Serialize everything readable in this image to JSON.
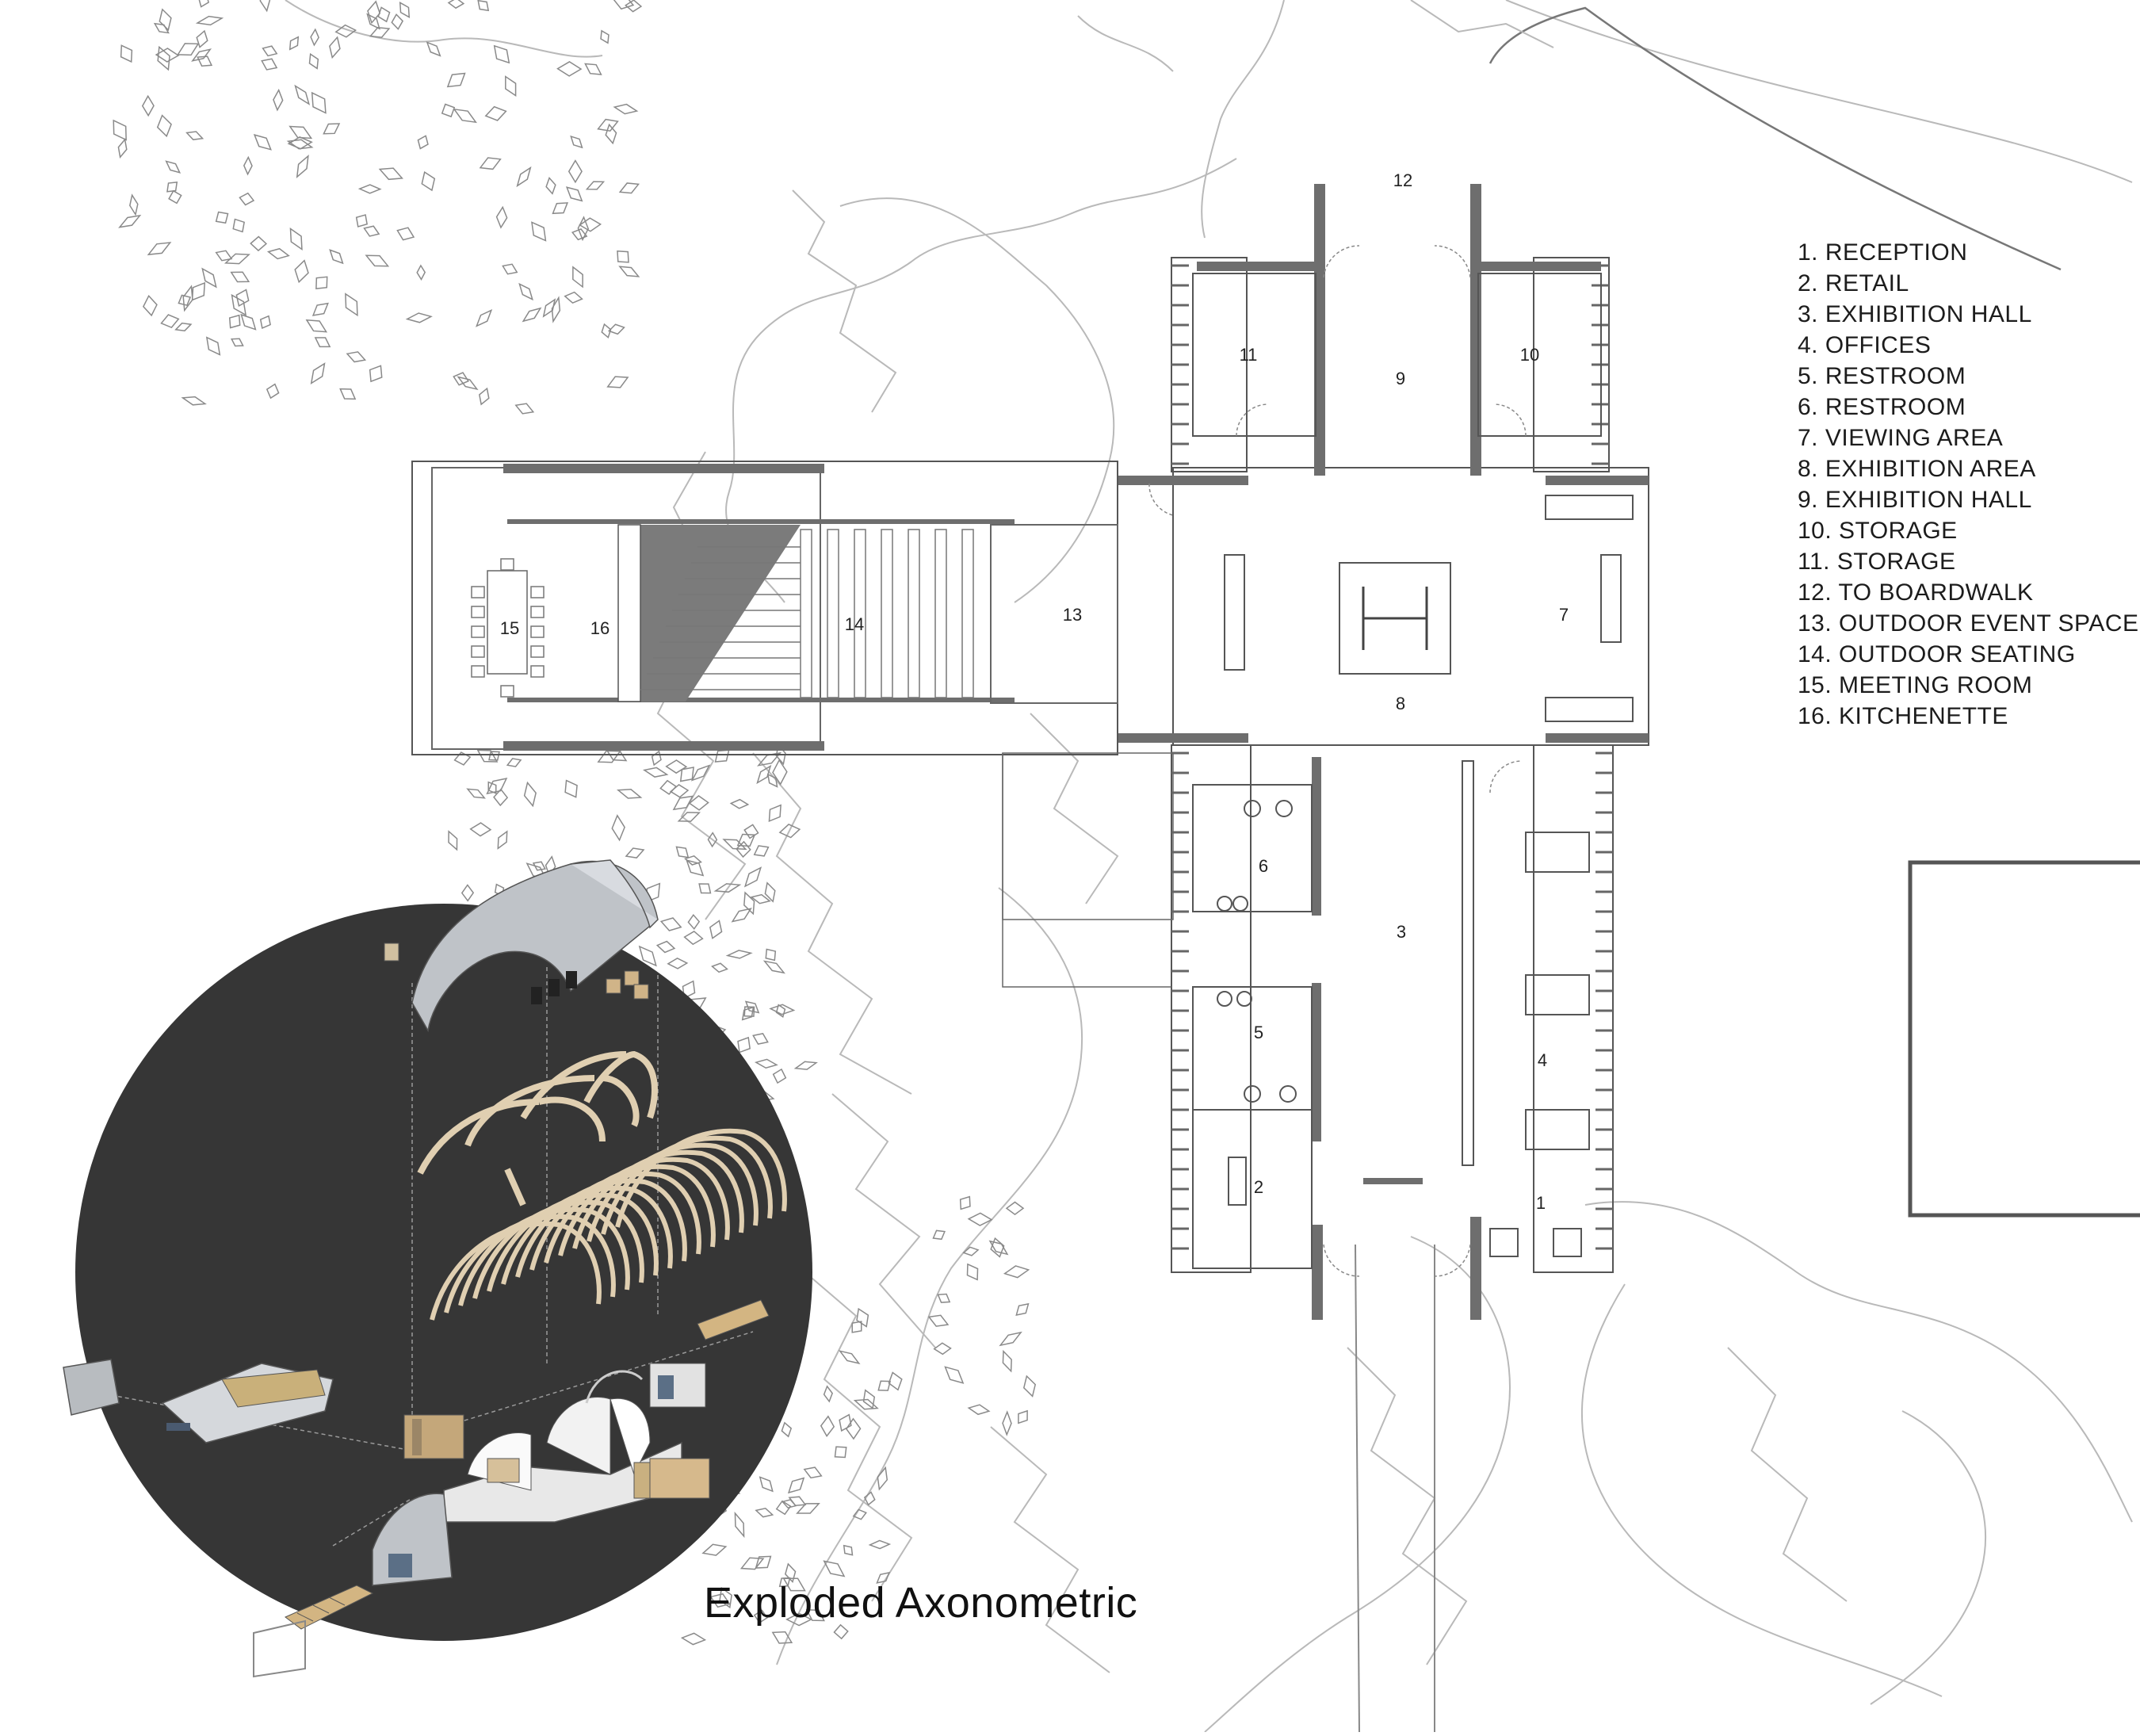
{
  "legend": [
    "1. RECEPTION",
    "2. RETAIL",
    "3. EXHIBITION HALL",
    "4. OFFICES",
    "5. RESTROOM",
    "6. RESTROOM",
    "7. VIEWING AREA",
    "8. EXHIBITION AREA",
    "9. EXHIBITION HALL",
    "10. STORAGE",
    "11. STORAGE",
    "12. TO BOARDWALK",
    "13. OUTDOOR EVENT SPACE",
    "14. OUTDOOR SEATING",
    "15. MEETING ROOM",
    "16. KITCHENETTE"
  ],
  "room_labels": {
    "r1": "1",
    "r2": "2",
    "r3": "3",
    "r4": "4",
    "r5": "5",
    "r6": "6",
    "r7": "7",
    "r8": "8",
    "r9": "9",
    "r10": "10",
    "r11": "11",
    "r12": "12",
    "r13": "13",
    "r14": "14",
    "r15": "15",
    "r16": "16"
  },
  "caption": "Exploded Axonometric",
  "colors": {
    "wall": "#6e6e6e",
    "linework": "#9a9a9a",
    "axo_disc": "#363636",
    "wood": "#e0cfb1",
    "slab": "#808080"
  }
}
